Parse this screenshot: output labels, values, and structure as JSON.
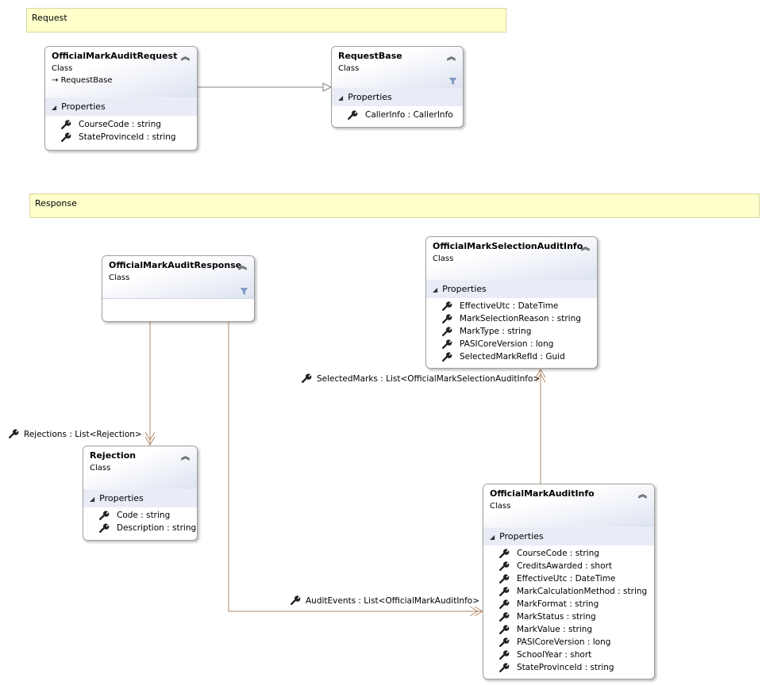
{
  "comments": {
    "request": "Request",
    "response": "Response"
  },
  "classes": {
    "official_mark_audit_request": {
      "name": "OfficialMarkAuditRequest",
      "kind": "Class",
      "base": "RequestBase",
      "section": "Properties",
      "properties": [
        "CourseCode : string",
        "StateProvinceId : string"
      ]
    },
    "request_base": {
      "name": "RequestBase",
      "kind": "Class",
      "section": "Properties",
      "properties": [
        "CallerInfo : CallerInfo"
      ]
    },
    "official_mark_audit_response": {
      "name": "OfficialMarkAuditResponse",
      "kind": "Class"
    },
    "official_mark_selection_audit_info": {
      "name": "OfficialMarkSelectionAuditInfo",
      "kind": "Class",
      "section": "Properties",
      "properties": [
        "EffectiveUtc : DateTime",
        "MarkSelectionReason : string",
        "MarkType : string",
        "PASICoreVersion : long",
        "SelectedMarkRefId : Guid"
      ]
    },
    "rejection": {
      "name": "Rejection",
      "kind": "Class",
      "section": "Properties",
      "properties": [
        "Code : string",
        "Description : string"
      ]
    },
    "official_mark_audit_info": {
      "name": "OfficialMarkAuditInfo",
      "kind": "Class",
      "section": "Properties",
      "properties": [
        "CourseCode : string",
        "CreditsAwarded : short",
        "EffectiveUtc : DateTime",
        "MarkCalculationMethod : string",
        "MarkFormat : string",
        "MarkStatus : string",
        "MarkValue : string",
        "PASICoreVersion : long",
        "SchoolYear : short",
        "StateProvinceId : string"
      ]
    }
  },
  "associations": {
    "selected_marks": "SelectedMarks : List<OfficialMarkSelectionAuditInfo>",
    "rejections": "Rejections : List<Rejection>",
    "audit_events": "AuditEvents : List<OfficialMarkAuditInfo>"
  },
  "colors": {
    "association_line": "#b58a6a",
    "inheritance_line": "#808080",
    "comment_bg": "#ffffcc",
    "header_gradient": "#dde3f1",
    "section_bg": "#e9ecf6"
  }
}
